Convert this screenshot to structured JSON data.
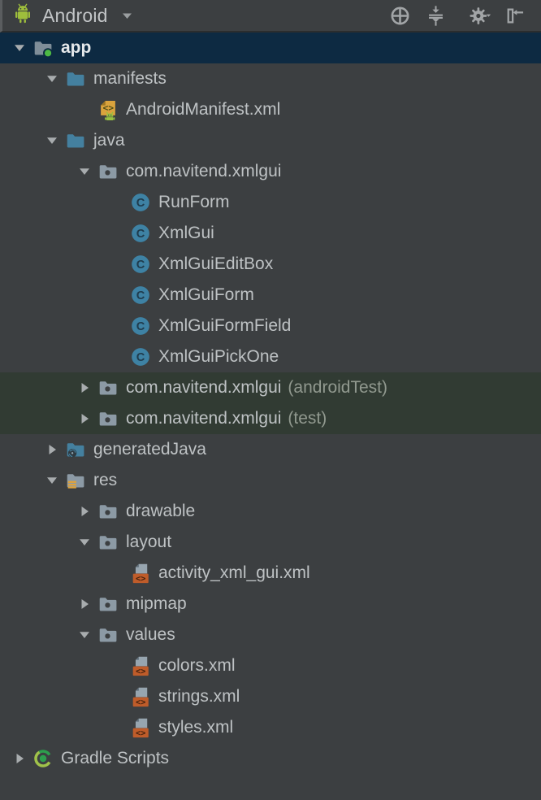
{
  "toolbar": {
    "view_selector": {
      "label": "Android",
      "icon": "android-logo-icon"
    },
    "actions": [
      {
        "name": "locate-selected-file",
        "icon": "target-icon"
      },
      {
        "name": "collapse-all",
        "icon": "collapse-all-icon"
      },
      {
        "name": "separator",
        "icon": "separator"
      },
      {
        "name": "view-options",
        "icon": "gear-icon",
        "has_chevron": true
      },
      {
        "name": "hide-panel",
        "icon": "hide-panel-icon"
      }
    ]
  },
  "colors": {
    "panel_bg": "#3c3f41",
    "selected_row_bg": "#0d2a42",
    "test_row_bg": "#313b33",
    "text": "#bec2c4",
    "selected_text": "#e6e9eb",
    "muted_suffix_text": "#91998f",
    "icon_gray": "#a2a5a7",
    "arrow_gray": "#a8acae",
    "folder_blue": "#44809f",
    "folder_gray": "#8c9aa5",
    "module_folder_gray": "#7f8e99",
    "module_green_dot": "#4db944",
    "class_circle_teal": "#3e82a4",
    "xml_badge_orange": "#bf5c2a",
    "manifest_amber": "#daa33d",
    "android_green": "#9ebe3c",
    "gradle_green_dark": "#2d9e4d",
    "gradle_green_light": "#a0c24a",
    "res_stripes_yellow": "#e0a33b"
  },
  "tree": {
    "rows": [
      {
        "name": "app",
        "label": "app",
        "suffix": "",
        "level": 0,
        "state": "expanded",
        "icon": "module-folder-icon",
        "highlight": "selected"
      },
      {
        "name": "manifests",
        "label": "manifests",
        "suffix": "",
        "level": 1,
        "state": "expanded",
        "icon": "blue-folder-icon",
        "highlight": ""
      },
      {
        "name": "androidmanifest-xml",
        "label": "AndroidManifest.xml",
        "suffix": "",
        "level": 2,
        "state": "",
        "icon": "manifest-file-icon",
        "highlight": ""
      },
      {
        "name": "java",
        "label": "java",
        "suffix": "",
        "level": 1,
        "state": "expanded",
        "icon": "blue-folder-icon",
        "highlight": ""
      },
      {
        "name": "package-main",
        "label": "com.navitend.xmlgui",
        "suffix": "",
        "level": 2,
        "state": "expanded",
        "icon": "package-folder-icon",
        "highlight": ""
      },
      {
        "name": "class-runform",
        "label": "RunForm",
        "suffix": "",
        "level": 3,
        "state": "",
        "icon": "class-icon",
        "highlight": ""
      },
      {
        "name": "class-xmlgui",
        "label": "XmlGui",
        "suffix": "",
        "level": 3,
        "state": "",
        "icon": "class-icon",
        "highlight": ""
      },
      {
        "name": "class-xmlguieditbox",
        "label": "XmlGuiEditBox",
        "suffix": "",
        "level": 3,
        "state": "",
        "icon": "class-icon",
        "highlight": ""
      },
      {
        "name": "class-xmlguiform",
        "label": "XmlGuiForm",
        "suffix": "",
        "level": 3,
        "state": "",
        "icon": "class-icon",
        "highlight": ""
      },
      {
        "name": "class-xmlguiformfield",
        "label": "XmlGuiFormField",
        "suffix": "",
        "level": 3,
        "state": "",
        "icon": "class-icon",
        "highlight": ""
      },
      {
        "name": "class-xmlguipickone",
        "label": "XmlGuiPickOne",
        "suffix": "",
        "level": 3,
        "state": "",
        "icon": "class-icon",
        "highlight": ""
      },
      {
        "name": "package-androidtest",
        "label": "com.navitend.xmlgui",
        "suffix": "(androidTest)",
        "level": 2,
        "state": "collapsed",
        "icon": "package-folder-icon",
        "highlight": "test"
      },
      {
        "name": "package-test",
        "label": "com.navitend.xmlgui",
        "suffix": "(test)",
        "level": 2,
        "state": "collapsed",
        "icon": "package-folder-icon",
        "highlight": "test"
      },
      {
        "name": "generatedjava",
        "label": "generatedJava",
        "suffix": "",
        "level": 1,
        "state": "collapsed",
        "icon": "generated-folder-icon",
        "highlight": ""
      },
      {
        "name": "res",
        "label": "res",
        "suffix": "",
        "level": 1,
        "state": "expanded",
        "icon": "res-folder-icon",
        "highlight": ""
      },
      {
        "name": "drawable",
        "label": "drawable",
        "suffix": "",
        "level": 2,
        "state": "collapsed",
        "icon": "package-folder-icon",
        "highlight": ""
      },
      {
        "name": "layout",
        "label": "layout",
        "suffix": "",
        "level": 2,
        "state": "expanded",
        "icon": "package-folder-icon",
        "highlight": ""
      },
      {
        "name": "activity-xml-gui-xml",
        "label": "activity_xml_gui.xml",
        "suffix": "",
        "level": 3,
        "state": "",
        "icon": "xml-file-icon",
        "highlight": ""
      },
      {
        "name": "mipmap",
        "label": "mipmap",
        "suffix": "",
        "level": 2,
        "state": "collapsed",
        "icon": "package-folder-icon",
        "highlight": ""
      },
      {
        "name": "values",
        "label": "values",
        "suffix": "",
        "level": 2,
        "state": "expanded",
        "icon": "package-folder-icon",
        "highlight": ""
      },
      {
        "name": "colors-xml",
        "label": "colors.xml",
        "suffix": "",
        "level": 3,
        "state": "",
        "icon": "xml-file-icon",
        "highlight": ""
      },
      {
        "name": "strings-xml",
        "label": "strings.xml",
        "suffix": "",
        "level": 3,
        "state": "",
        "icon": "xml-file-icon",
        "highlight": ""
      },
      {
        "name": "styles-xml",
        "label": "styles.xml",
        "suffix": "",
        "level": 3,
        "state": "",
        "icon": "xml-file-icon",
        "highlight": ""
      },
      {
        "name": "gradle-scripts",
        "label": "Gradle Scripts",
        "suffix": "",
        "level": 0,
        "state": "collapsed",
        "icon": "gradle-icon",
        "highlight": ""
      }
    ]
  }
}
